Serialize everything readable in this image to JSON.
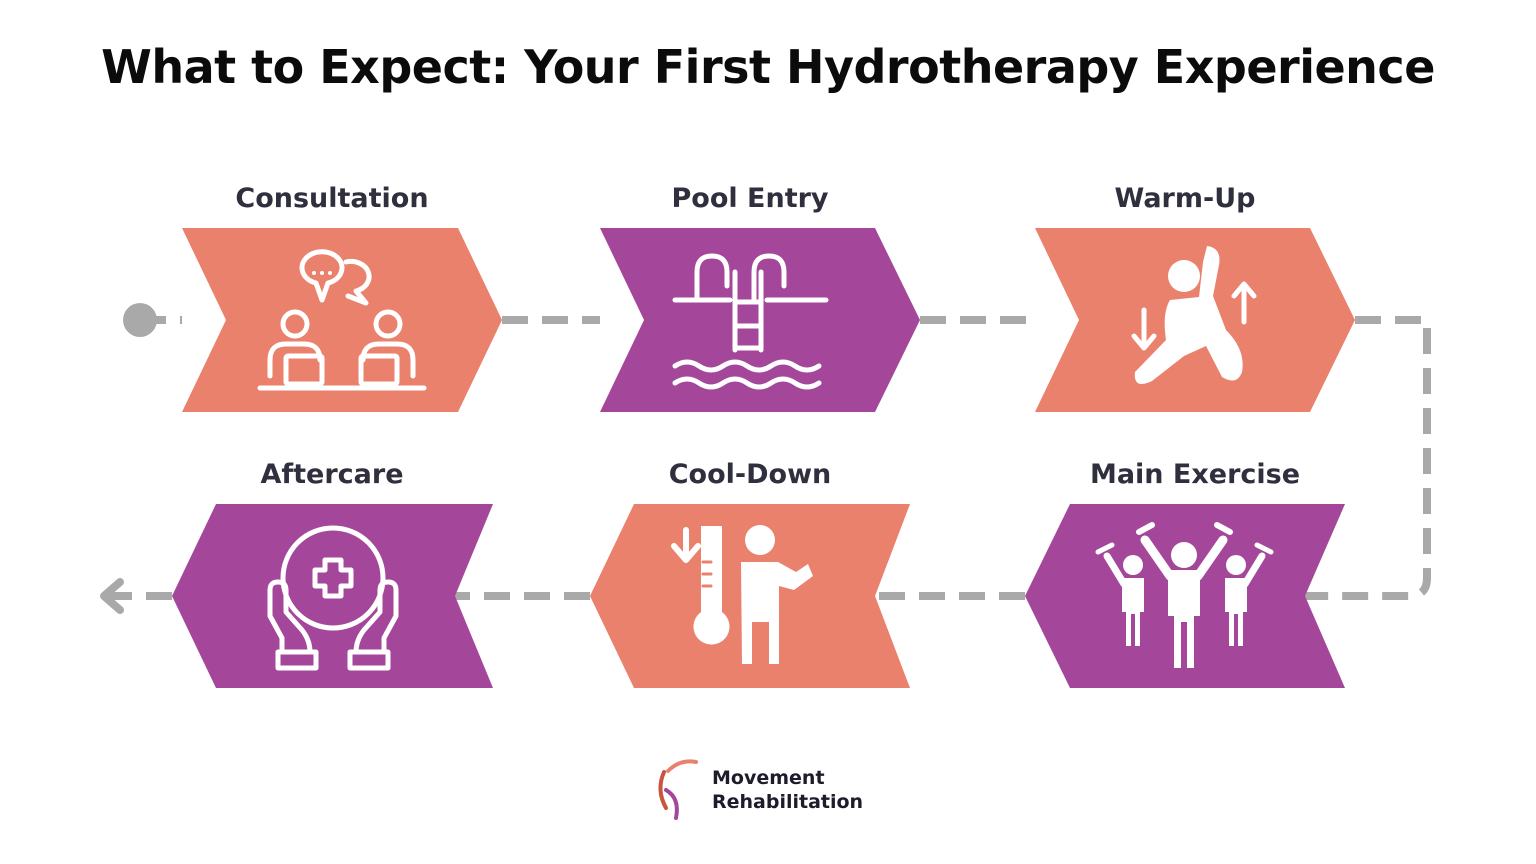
{
  "title": "What to Expect: Your First Hydrotherapy Experience",
  "colors": {
    "salmon": "#EA816C",
    "purple": "#A4479B",
    "connector": "#A9A9A9",
    "icon": "#FFFFFF"
  },
  "steps": [
    {
      "label": "Consultation",
      "color": "salmon",
      "icon": "consultation-icon"
    },
    {
      "label": "Pool Entry",
      "color": "purple",
      "icon": "pool-ladder-icon"
    },
    {
      "label": "Warm-Up",
      "color": "salmon",
      "icon": "stretching-person-icon"
    },
    {
      "label": "Main Exercise",
      "color": "purple",
      "icon": "group-exercise-icon"
    },
    {
      "label": "Cool-Down",
      "color": "salmon",
      "icon": "thermometer-person-icon"
    },
    {
      "label": "Aftercare",
      "color": "purple",
      "icon": "hands-medical-care-icon"
    }
  ],
  "logo": {
    "line1": "Movement",
    "line2": "Rehabilitation",
    "icon": "movement-rehabilitation-logo-icon"
  }
}
